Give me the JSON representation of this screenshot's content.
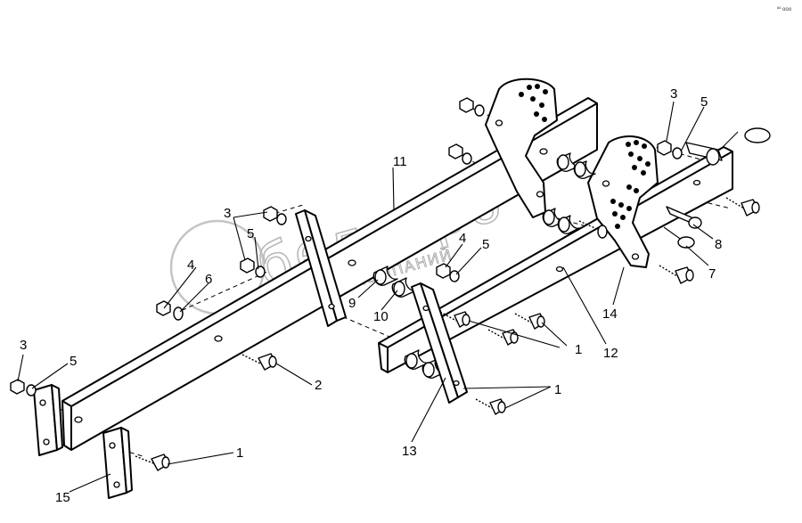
{
  "diagram": {
    "callouts": {
      "c1a": "1",
      "c1b": "1",
      "c1c": "1",
      "c1d": "1",
      "c2": "2",
      "c3a": "3",
      "c3b": "3",
      "c3c": "3",
      "c4a": "4",
      "c4b": "4",
      "c5a": "5",
      "c5b": "5",
      "c5c": "5",
      "c5d": "5",
      "c6": "6",
      "c7": "7",
      "c8": "8",
      "c9": "9",
      "c10": "10",
      "c11": "11",
      "c12": "12",
      "c13": "13",
      "c14": "14",
      "c15": "15"
    },
    "watermark": {
      "brand": "белагро",
      "subtitle": "ГРУППА КОМПАНИЙ"
    },
    "corner_mark": "ºº ooo"
  }
}
